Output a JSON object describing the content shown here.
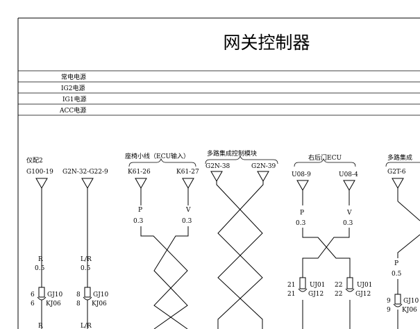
{
  "title": "网关控制器",
  "power_rails": [
    "常电电源",
    "IG2电源",
    "IG1电源",
    "ACC电源"
  ],
  "groups": {
    "yipei2": "仪配2",
    "seat": "座椅小线（ECU输入）",
    "multi1": "多路集成控制模块",
    "rear_door": "右后门ECU",
    "multi2": "多路集成"
  },
  "pins": {
    "g100_19": "G100-19",
    "g2n_32": "G2N-32-G22-9",
    "k61_26": "K61-26",
    "k61_27": "K61-27",
    "g2n_38": "G2N-38",
    "g2n_39": "G2N-39",
    "u08_9": "U08-9",
    "u08_4": "U08-4",
    "g2t_6": "G2T-6"
  },
  "wires": {
    "w1_color": "R",
    "w1_size": "0.5",
    "w2_color": "L/R",
    "w2_size": "0.5",
    "w3_color": "P",
    "w3_size": "0.3",
    "w4_color": "V",
    "w4_size": "0.3",
    "w5_color": "P",
    "w5_size": "0.3",
    "w6_color": "V",
    "w6_size": "0.3",
    "w7_color": "P",
    "w7_size": "0.5",
    "w1b_color": "R",
    "w2b_color": "L/R"
  },
  "connectors": {
    "c1": {
      "top_num": "6",
      "bot_num": "6",
      "top": "GJ10",
      "bot": "KJ06"
    },
    "c2": {
      "top_num": "8",
      "bot_num": "8",
      "top": "GJ10",
      "bot": "KJ06"
    },
    "c3": {
      "top_num": "21",
      "bot_num": "21",
      "top": "UJ01",
      "bot": "GJ12"
    },
    "c4": {
      "top_num": "22",
      "bot_num": "22",
      "top": "UJ01",
      "bot": "GJ12"
    },
    "c5": {
      "top_num": "9",
      "bot_num": "9",
      "top": "GJ10",
      "bot": "KJ06"
    }
  }
}
